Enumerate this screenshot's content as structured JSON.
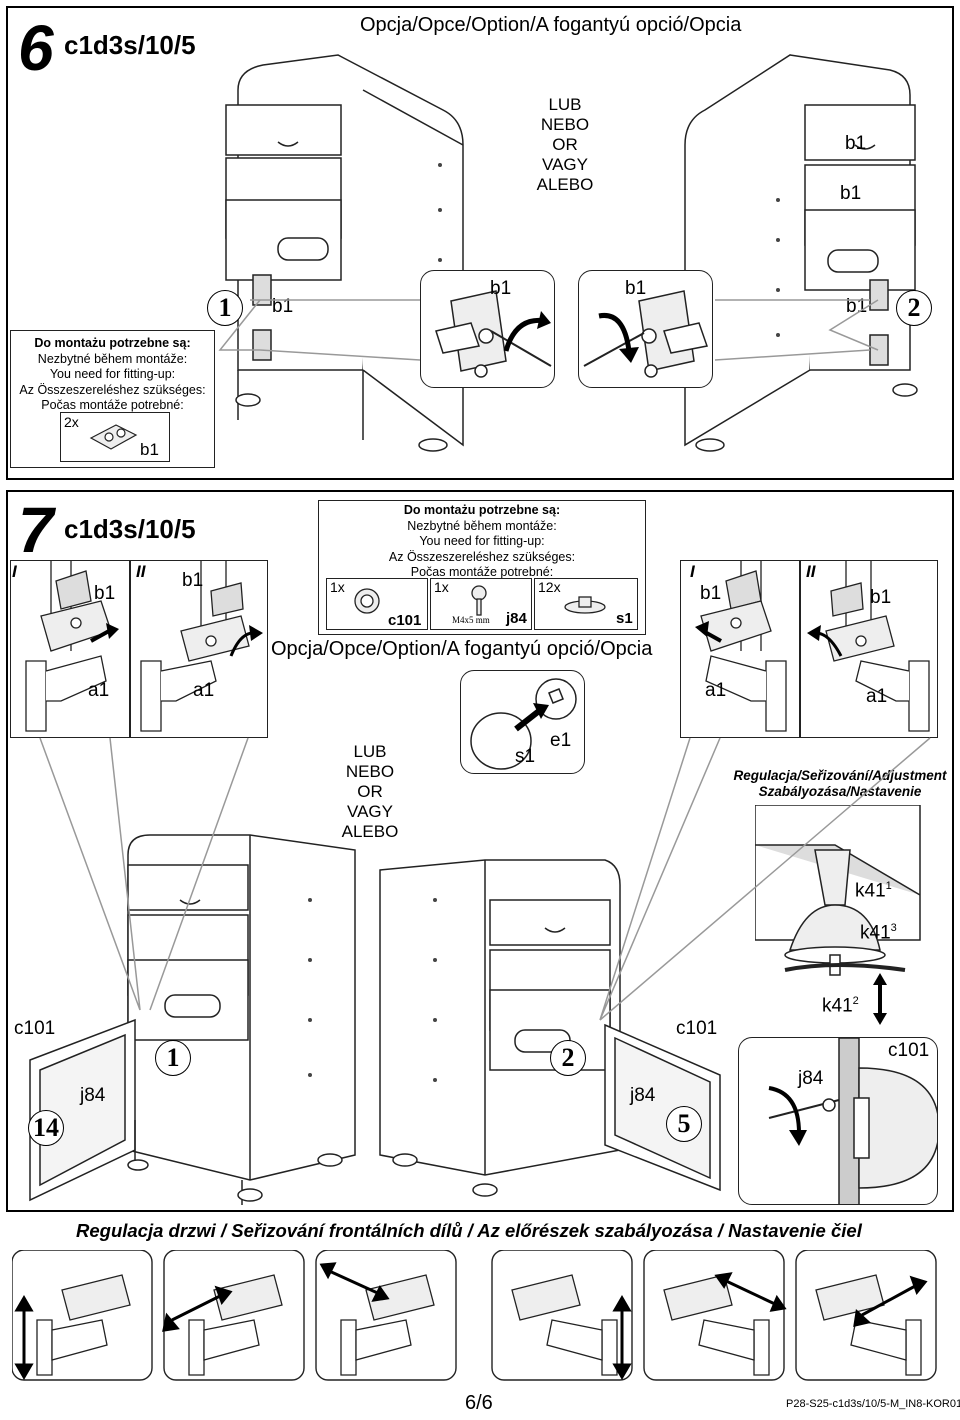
{
  "step6": {
    "number": "6",
    "code": "c1d3s/10/5",
    "option_title": "Opcja/Opce/Option/A fogantyú opció/Opcia",
    "or_words": [
      "LUB",
      "NEBO",
      "OR",
      "VAGY",
      "ALEBO"
    ],
    "labels": {
      "b1": "b1"
    },
    "substeps": [
      "1",
      "2"
    ],
    "requirements": {
      "lines": [
        "Do montażu potrzebne są:",
        "Nezbytné během montáže:",
        "You need for fitting-up:",
        "Az Összeszereléshez szükséges:",
        "Počas montáže potrebné:"
      ],
      "qty": "2x",
      "part": "b1"
    }
  },
  "step7": {
    "number": "7",
    "code": "c1d3s/10/5",
    "roman": [
      "I",
      "II"
    ],
    "labels": {
      "a1": "a1",
      "b1": "b1",
      "c101": "c101",
      "j84": "j84",
      "s1": "s1",
      "e1": "e1",
      "k41": "k41",
      "sup1": "1",
      "sup2": "2",
      "sup3": "3"
    },
    "requirements": {
      "lines": [
        "Do montażu potrzebne są:",
        "Nezbytné během montáže:",
        "You need for fitting-up:",
        "Az Összeszereléshez szükséges:",
        "Počas montáže potrebné:"
      ],
      "items": [
        {
          "qty": "1x",
          "part": "c101"
        },
        {
          "qty": "1x",
          "part": "j84",
          "size": "M4x5 mm"
        },
        {
          "qty": "12x",
          "part": "s1"
        }
      ]
    },
    "option_title": "Opcja/Opce/Option/A fogantyú opció/Opcia",
    "or_words": [
      "LUB",
      "NEBO",
      "OR",
      "VAGY",
      "ALEBO"
    ],
    "adjustment_title": [
      "Regulacja/Seřizování/Adjustment",
      "Szabályozása/Nastavenie"
    ],
    "circled": [
      "14",
      "1",
      "2",
      "5"
    ]
  },
  "door_adjust_title": "Regulacja drzwi / Seřizování frontálních dílů / Az előrészek szabályozása / Nastavenie čiel",
  "footer": {
    "page": "6/6",
    "code": "P28-S25-c1d3s/10/5-M_IN8-KOR01"
  }
}
